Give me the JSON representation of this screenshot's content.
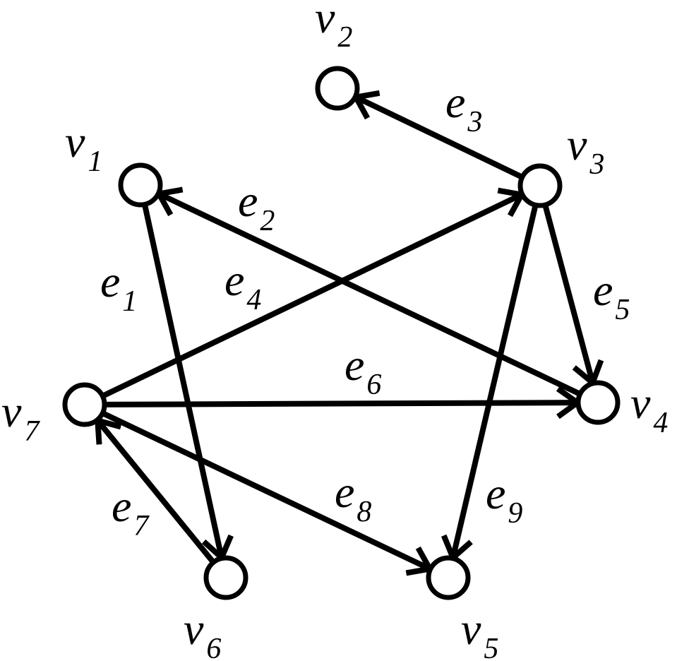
{
  "diagram": {
    "type": "directed-graph",
    "color": "#000000",
    "nodes": [
      {
        "id": "v1",
        "letter": "v",
        "sub": "1"
      },
      {
        "id": "v2",
        "letter": "v",
        "sub": "2"
      },
      {
        "id": "v3",
        "letter": "v",
        "sub": "3"
      },
      {
        "id": "v4",
        "letter": "v",
        "sub": "4"
      },
      {
        "id": "v5",
        "letter": "v",
        "sub": "5"
      },
      {
        "id": "v6",
        "letter": "v",
        "sub": "6"
      },
      {
        "id": "v7",
        "letter": "v",
        "sub": "7"
      }
    ],
    "edges": [
      {
        "id": "e1",
        "letter": "e",
        "sub": "1",
        "from": "v1",
        "to": "v6"
      },
      {
        "id": "e2",
        "letter": "e",
        "sub": "2",
        "from": "v4",
        "to": "v1"
      },
      {
        "id": "e3",
        "letter": "e",
        "sub": "3",
        "from": "v3",
        "to": "v2"
      },
      {
        "id": "e4",
        "letter": "e",
        "sub": "4",
        "from": "v7",
        "to": "v3"
      },
      {
        "id": "e5",
        "letter": "e",
        "sub": "5",
        "from": "v3",
        "to": "v4"
      },
      {
        "id": "e6",
        "letter": "e",
        "sub": "6",
        "from": "v7",
        "to": "v4"
      },
      {
        "id": "e7",
        "letter": "e",
        "sub": "7",
        "from": "v6",
        "to": "v7"
      },
      {
        "id": "e8",
        "letter": "e",
        "sub": "8",
        "from": "v7",
        "to": "v5"
      },
      {
        "id": "e9",
        "letter": "e",
        "sub": "9",
        "from": "v3",
        "to": "v5"
      }
    ]
  }
}
